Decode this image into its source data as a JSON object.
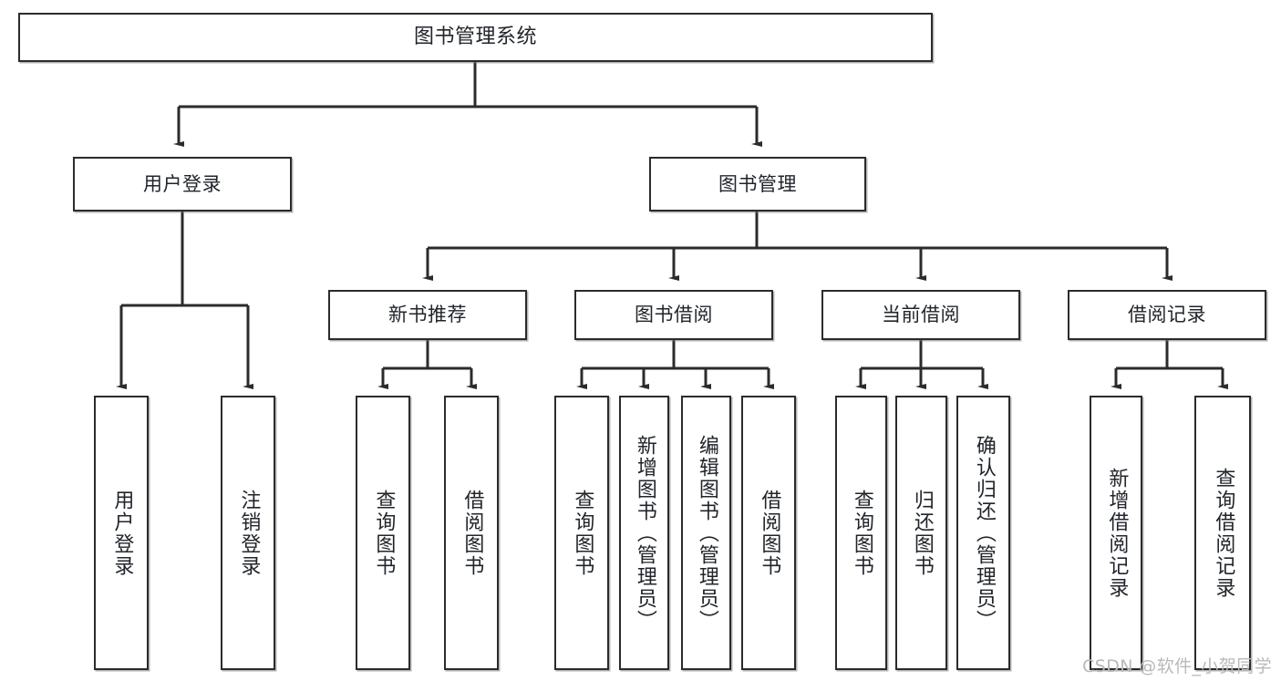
{
  "diagram": {
    "type": "tree-hierarchy-chart",
    "title": "图书管理系统",
    "stroke_color": "#2b2b2b",
    "background_color": "#ffffff",
    "text_color": "#21252b",
    "root": {
      "label": "图书管理系统"
    },
    "level2": [
      {
        "label": "用户登录"
      },
      {
        "label": "图书管理"
      }
    ],
    "level3": [
      {
        "label": "新书推荐"
      },
      {
        "label": "图书借阅"
      },
      {
        "label": "当前借阅"
      },
      {
        "label": "借阅记录"
      }
    ],
    "leaves": {
      "user_login": [
        {
          "label": "用户登录"
        },
        {
          "label": "注销登录"
        }
      ],
      "new_book_recommend": [
        {
          "label": "查询图书"
        },
        {
          "label": "借阅图书"
        }
      ],
      "book_borrow": [
        {
          "label": "查询图书"
        },
        {
          "label": "新增图书（管理员）"
        },
        {
          "label": "编辑图书（管理员）"
        },
        {
          "label": "借阅图书"
        }
      ],
      "current_borrow": [
        {
          "label": "查询图书"
        },
        {
          "label": "归还图书"
        },
        {
          "label": "确认归还（管理员）"
        }
      ],
      "borrow_record": [
        {
          "label": "新增借阅记录"
        },
        {
          "label": "查询借阅记录"
        }
      ]
    }
  },
  "watermark": {
    "text": "CSDN @软件_小贺同学",
    "color": "#b9b9b9"
  }
}
